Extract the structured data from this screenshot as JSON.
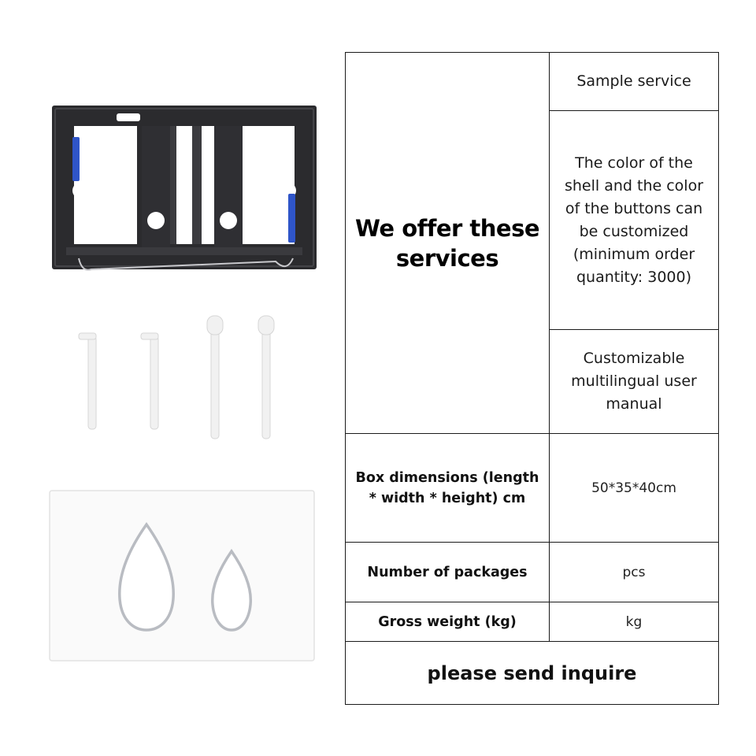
{
  "products": [
    {
      "name": "frame-image",
      "icon": "mounting-frame"
    },
    {
      "name": "rods-image",
      "icon": "connecting-rods"
    },
    {
      "name": "plate-image",
      "icon": "flush-plate-with-teardrop-buttons"
    }
  ],
  "services": {
    "heading": "We offer these services",
    "items": [
      "Sample service",
      "The color of the shell and the color of the buttons can be customized (minimum order quantity: 3000)",
      "Customizable multilingual user manual"
    ]
  },
  "specs": [
    {
      "label": "Box dimensions (length * width * height) cm",
      "value": "50*35*40cm"
    },
    {
      "label": "Number of packages",
      "value": "pcs"
    },
    {
      "label": "Gross weight (kg)",
      "value": "kg"
    }
  ],
  "footer": {
    "inquire": "please send inquire"
  },
  "colors": {
    "frame": "#2b2b2e",
    "clip": "#2f55c8",
    "rods": "#f1f1f1",
    "plate": "#fafafa",
    "chrome": "#b9bcc2",
    "border": "#1a1a1a"
  }
}
